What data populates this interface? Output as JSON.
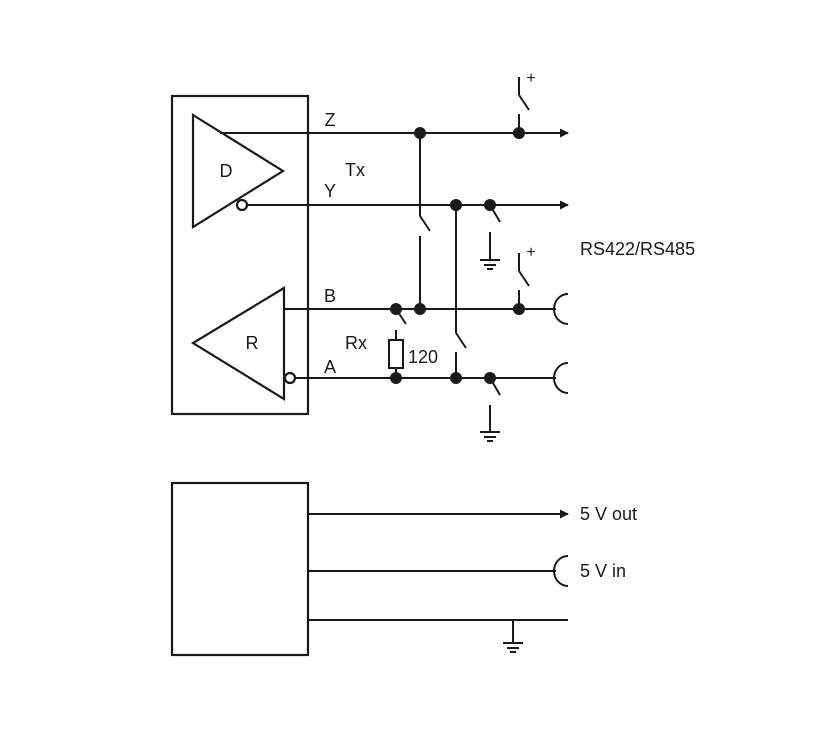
{
  "upper_block": {
    "driver_label": "D",
    "receiver_label": "R",
    "tx_label": "Tx",
    "rx_label": "Rx",
    "line_z": "Z",
    "line_y": "Y",
    "line_b": "B",
    "line_a": "A",
    "resistor_value": "120",
    "interface_label": "RS422/RS485",
    "plus_upper": "+",
    "plus_lower": "+"
  },
  "lower_block": {
    "out_label": "5 V out",
    "in_label": "5 V in"
  },
  "colors": {
    "ink": "#1a1a1a",
    "background": "#ffffff"
  }
}
